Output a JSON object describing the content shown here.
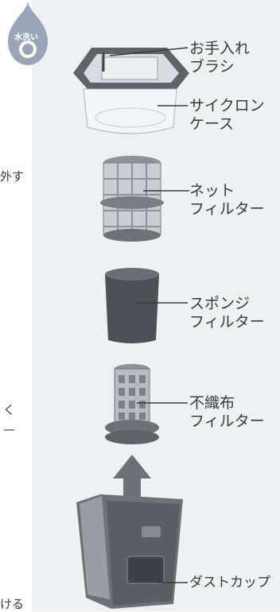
{
  "badge": {
    "text": "水洗い",
    "icon": "water-drop-icon"
  },
  "parts": [
    {
      "line1": "お手入れ",
      "line2": "ブラシ"
    },
    {
      "line1": "サイクロン",
      "line2": "ケース"
    },
    {
      "line1": "ネット",
      "line2": "フィルター"
    },
    {
      "line1": "スポンジ",
      "line2": "フィルター"
    },
    {
      "line1": "不織布",
      "line2": "フィルター"
    },
    {
      "line1": "ダストカップ",
      "line2": ""
    }
  ],
  "left_fragments": [
    "外す",
    "く",
    "—",
    "ける"
  ],
  "colors": {
    "panel": "#eef0f2",
    "badge": "#9aa4b8",
    "part_gray": "#8e9196",
    "arrow": "#6e7176"
  }
}
